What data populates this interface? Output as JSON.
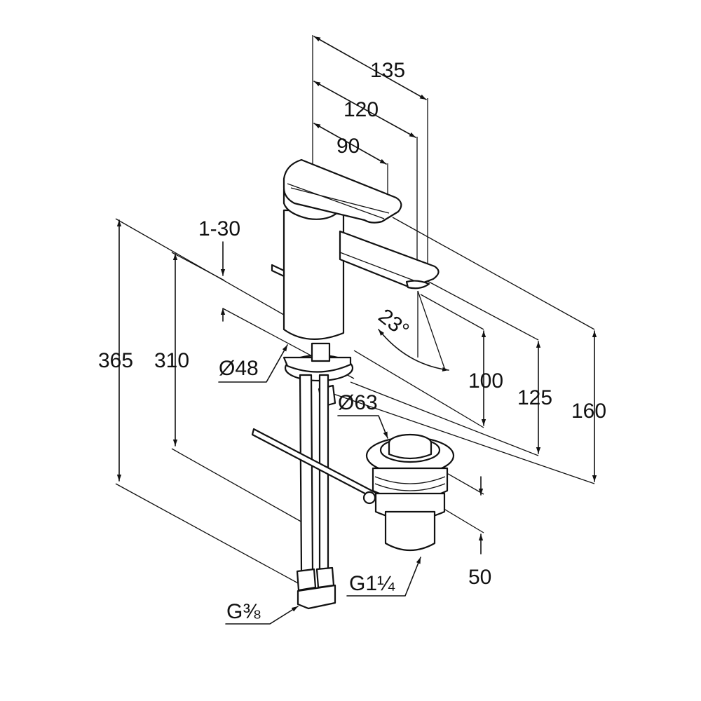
{
  "dimensions": {
    "d135": "135",
    "d120": "120",
    "d90": "90",
    "d1_30": "1-30",
    "d365": "365",
    "d310": "310",
    "d48": "Ø48",
    "d23": "23°",
    "d100": "100",
    "d125": "125",
    "d160": "160",
    "d63": "Ø63",
    "d50": "50",
    "g114": "G1¼",
    "g38": "G⅜"
  },
  "colors": {
    "line": "#111111",
    "background": "#ffffff"
  }
}
